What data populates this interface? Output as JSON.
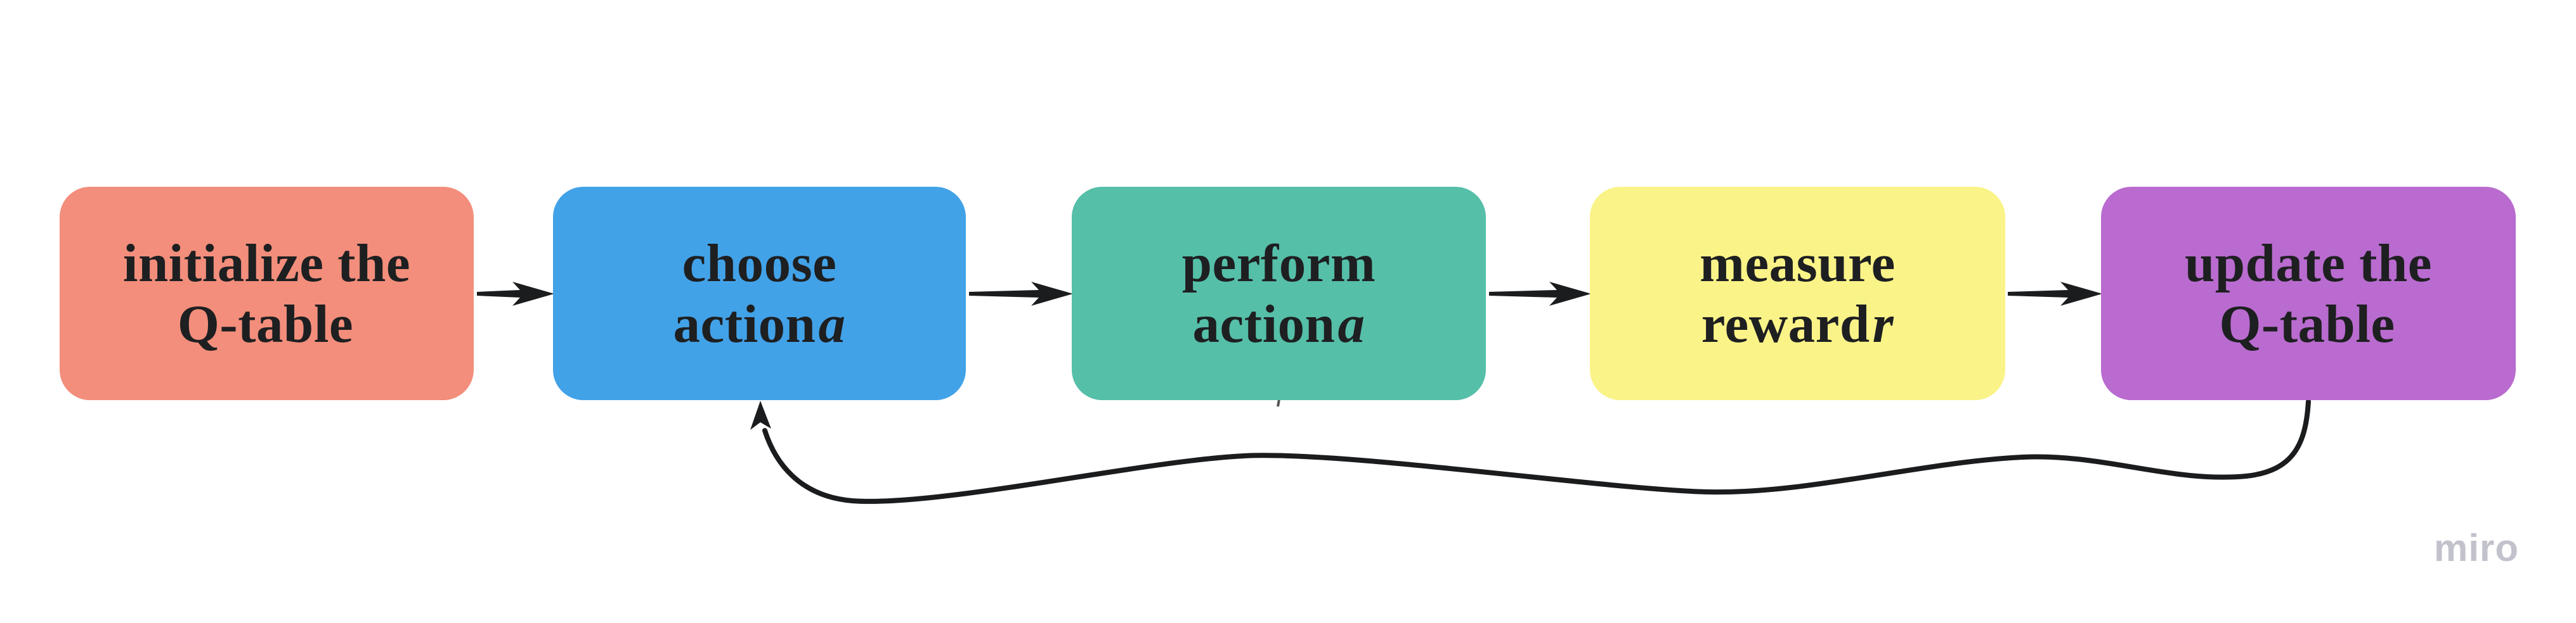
{
  "app": {
    "watermark": "miro"
  },
  "colors": {
    "background": "#ffffff",
    "connector": "#1b1c1e",
    "text": "#1e1f21",
    "watermark": "#c2c2cd"
  },
  "diagram": {
    "type": "flowchart",
    "topic": "Q-learning training loop",
    "nodes": [
      {
        "id": "initialize",
        "line1": "initialize the",
        "line2": "Q-table",
        "line2_var": "",
        "color": "#f28e7b"
      },
      {
        "id": "choose",
        "line1": "choose",
        "line2": "action",
        "line2_var": "a",
        "color": "#42a2e8"
      },
      {
        "id": "perform",
        "line1": "perform",
        "line2": "action",
        "line2_var": "a",
        "color": "#55bfa8"
      },
      {
        "id": "measure",
        "line1": "measure",
        "line2": "reward",
        "line2_var": "r",
        "color": "#faf388"
      },
      {
        "id": "update",
        "line1": "update the",
        "line2": "Q-table",
        "line2_var": "",
        "color": "#b96bcf"
      }
    ],
    "edges": [
      {
        "from": "initialize",
        "to": "choose",
        "style": "straight-arrow"
      },
      {
        "from": "choose",
        "to": "perform",
        "style": "straight-arrow"
      },
      {
        "from": "perform",
        "to": "measure",
        "style": "straight-arrow"
      },
      {
        "from": "measure",
        "to": "update",
        "style": "straight-arrow"
      },
      {
        "from": "update",
        "to": "choose",
        "style": "curved-feedback-arrow"
      }
    ]
  }
}
